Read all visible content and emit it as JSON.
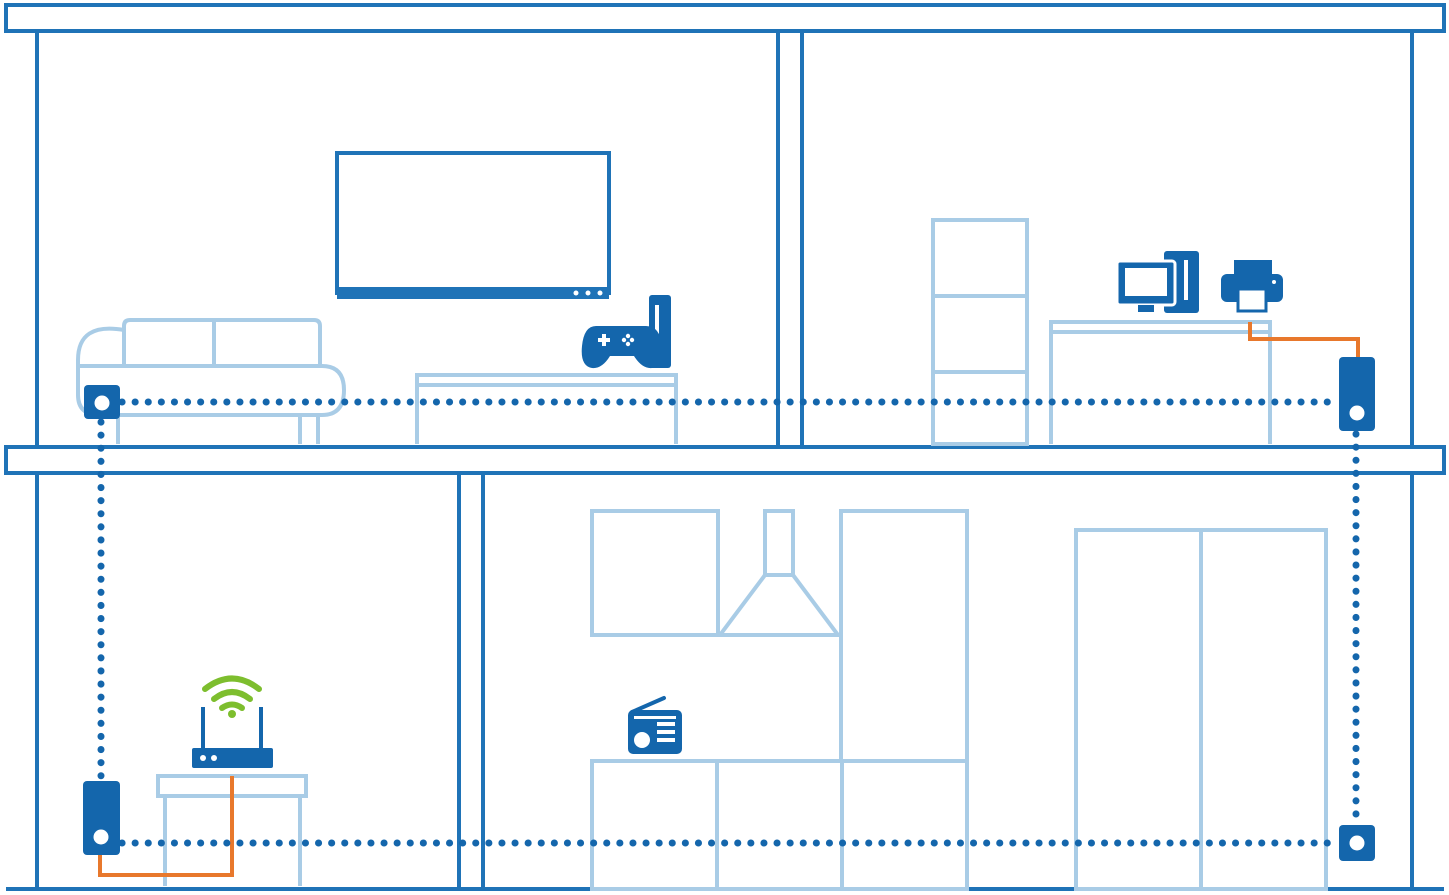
{
  "colors": {
    "structure": "#1F73B7",
    "furniture": "#A9CCE6",
    "device": "#1466AC",
    "cable": "#E8782C",
    "wifi": "#7DBE2E",
    "background": "#FFFFFF"
  },
  "house": {
    "floors": [
      "upper-floor",
      "lower-floor"
    ],
    "rooms": [
      "living-room",
      "office",
      "utility-room",
      "kitchen"
    ]
  },
  "devices": [
    {
      "name": "powerline-adapter",
      "room": "living-room"
    },
    {
      "name": "powerline-adapter",
      "room": "office"
    },
    {
      "name": "powerline-adapter",
      "room": "utility-room"
    },
    {
      "name": "powerline-adapter",
      "room": "kitchen"
    },
    {
      "name": "wifi-router",
      "room": "utility-room"
    },
    {
      "name": "desktop-computer",
      "room": "office"
    },
    {
      "name": "printer",
      "room": "office"
    },
    {
      "name": "game-console",
      "room": "living-room"
    },
    {
      "name": "tv",
      "room": "living-room"
    },
    {
      "name": "radio",
      "room": "kitchen"
    }
  ],
  "icons": [
    "wifi-icon",
    "gamepad-icon",
    "monitor-icon",
    "printer-icon",
    "radio-icon",
    "router-icon"
  ],
  "connections": {
    "powerline": "dotted",
    "ethernet": "solid-orange"
  }
}
